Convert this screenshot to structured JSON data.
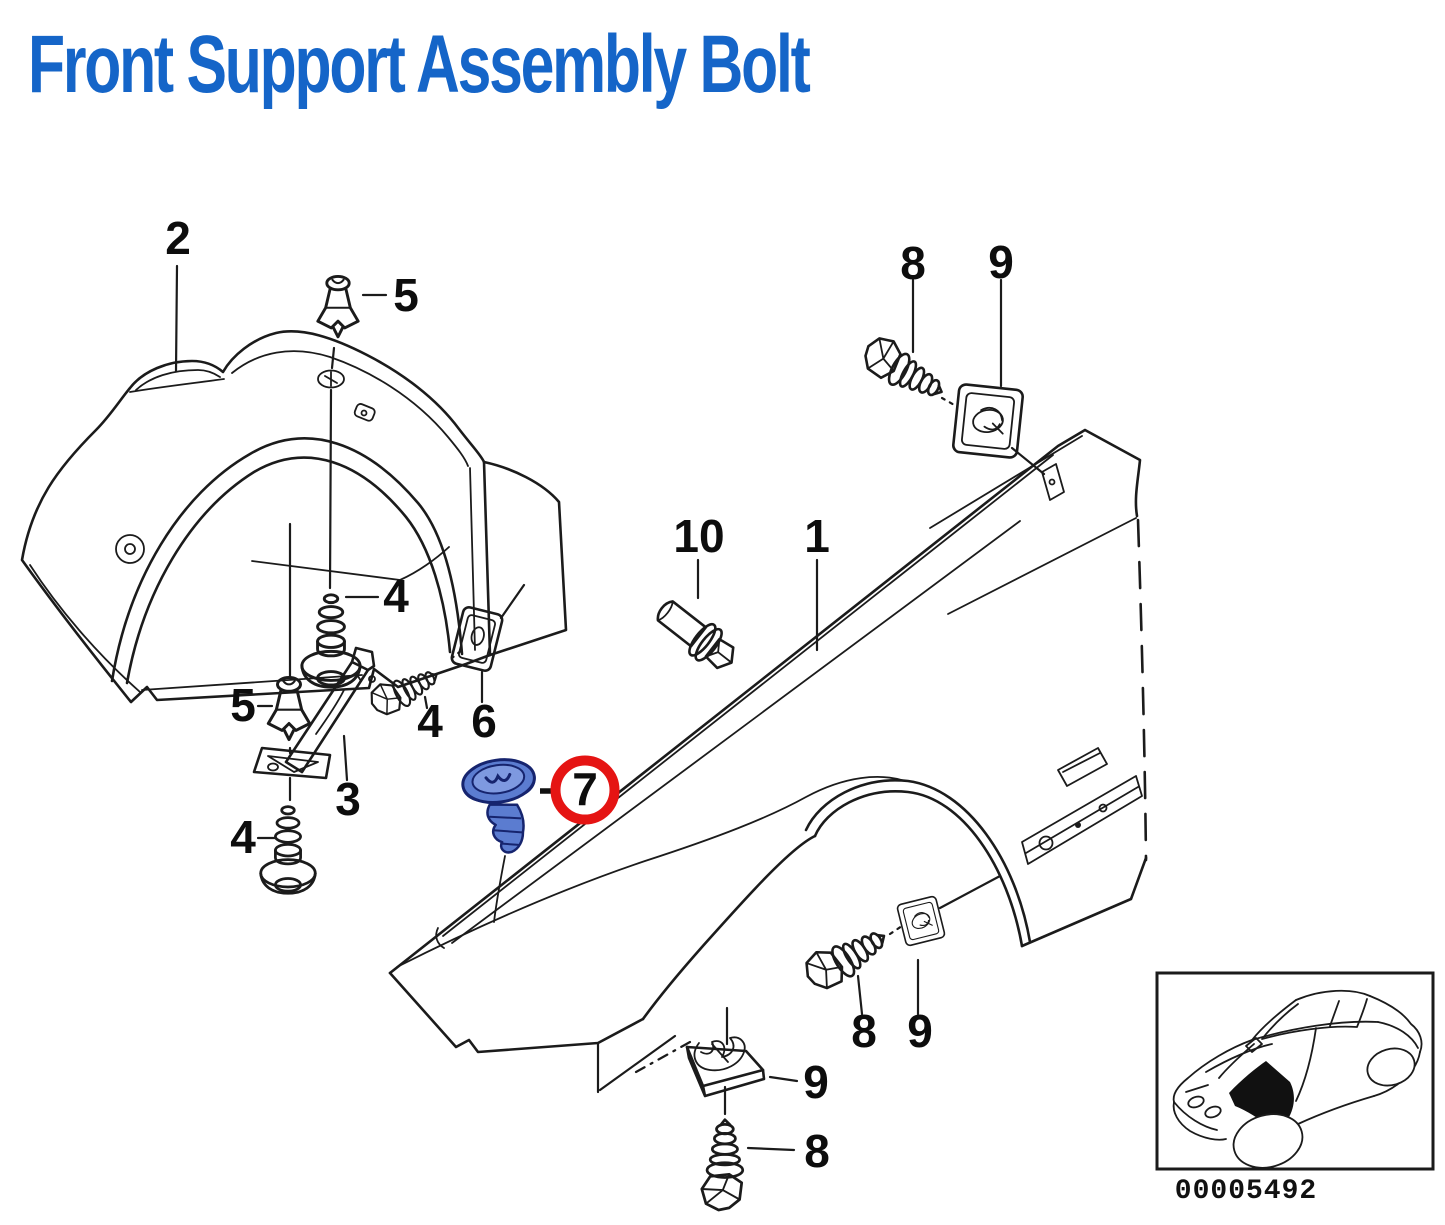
{
  "title": "Front Support Assembly Bolt",
  "colors": {
    "title_blue": "#1565c8",
    "line_black": "#1b1b1b",
    "highlight_part_blue": "#5b7cd0",
    "highlight_part_blue_light": "#7e99e0",
    "highlight_ring_red": "#e51413"
  },
  "callouts": {
    "part1": "1",
    "part2": "2",
    "part3": "3",
    "part4": "4",
    "part5": "5",
    "part6": "6",
    "part7": "7",
    "part8": "8",
    "part9": "9",
    "part10": "10"
  },
  "highlight": {
    "highlighted_part": "7",
    "style": "blue fill with red ring"
  },
  "inset": {
    "code": "00005492"
  }
}
